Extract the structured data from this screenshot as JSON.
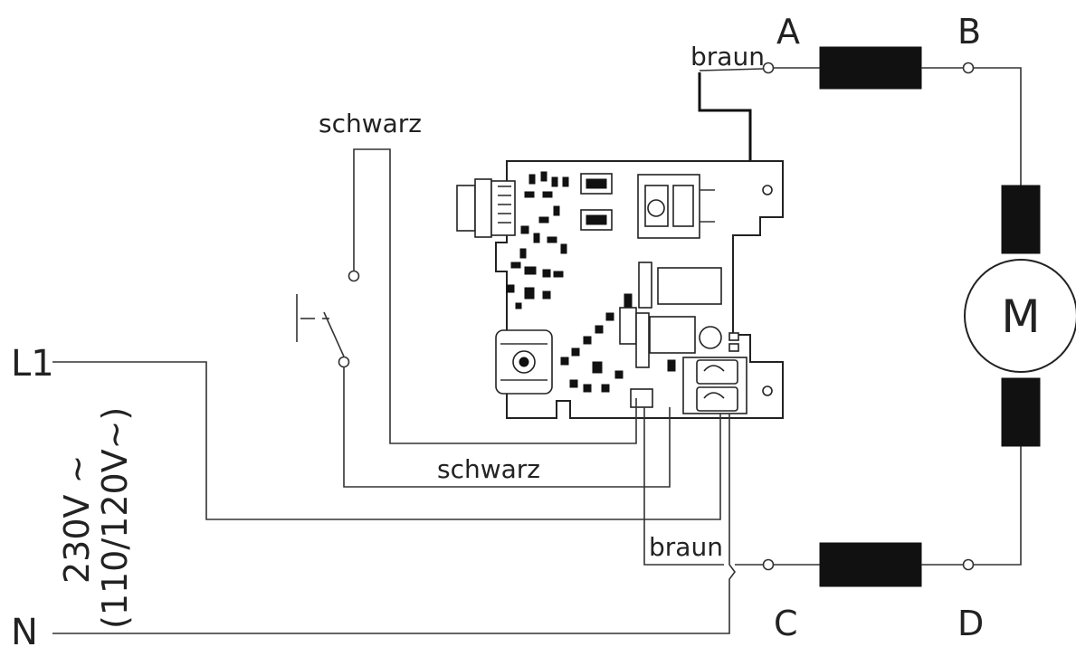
{
  "terminals": {
    "a": "A",
    "b": "B",
    "c": "C",
    "d": "D"
  },
  "motor_label": "M",
  "wires": {
    "brown_top": "braun",
    "brown_bottom": "braun",
    "black_top": "schwarz",
    "black_middle": "schwarz"
  },
  "supply": {
    "line": "L1",
    "neutral": "N",
    "voltage": "230V ~",
    "voltage_alt": "(110/120V~)"
  },
  "colors": {
    "ink": "#222222",
    "fill_black": "#111111",
    "background": "#ffffff"
  }
}
